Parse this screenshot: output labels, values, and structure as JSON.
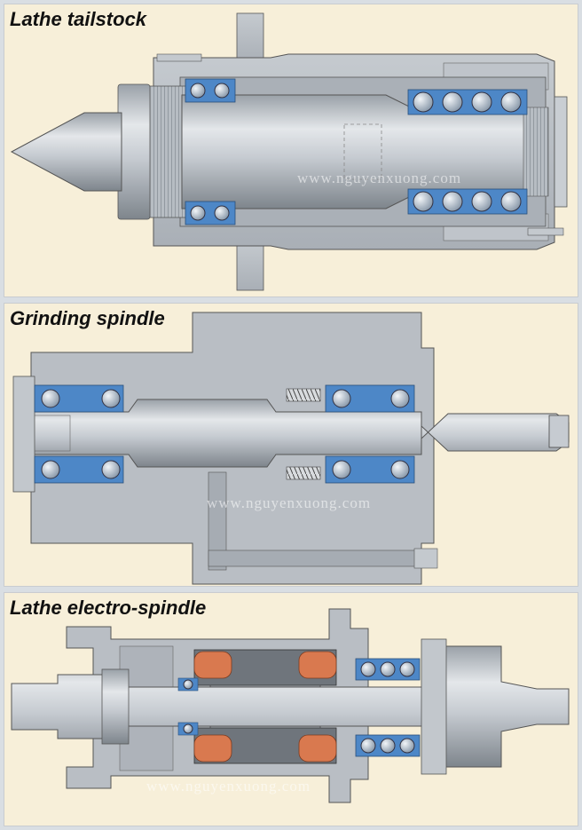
{
  "panels": [
    {
      "title": "Lathe tailstock",
      "watermark": "www.nguyenxuong.com"
    },
    {
      "title": "Grinding spindle",
      "watermark": "www.nguyenxuong.com"
    },
    {
      "title": "Lathe electro-spindle",
      "watermark": "www.nguyenxuong.com"
    }
  ],
  "colors": {
    "background": "#f7efd9",
    "housing": "#b9bec4",
    "housing_dark": "#8d949b",
    "shaft": "#c6cbd1",
    "bearing_seal": "#4d87c7",
    "ball": "#8fa9c9",
    "winding": "#d9794f",
    "stator": "#6f757c"
  }
}
